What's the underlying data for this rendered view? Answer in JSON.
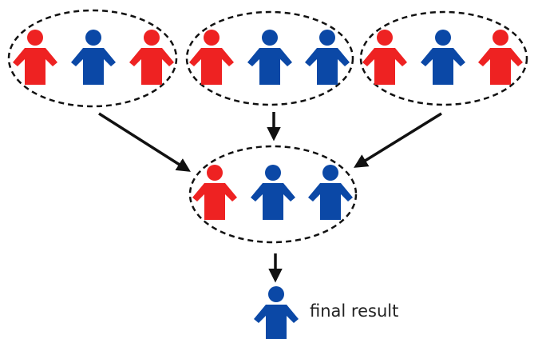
{
  "colors": {
    "red_person": "#ee2222",
    "blue_person": "#0b48a6",
    "outline": "#111111",
    "arrow": "#111111"
  },
  "groups": [
    {
      "name": "group-1",
      "people": [
        "red",
        "blue",
        "red"
      ]
    },
    {
      "name": "group-2",
      "people": [
        "red",
        "blue",
        "blue"
      ]
    },
    {
      "name": "group-3",
      "people": [
        "red",
        "blue",
        "red"
      ]
    }
  ],
  "aggregate": {
    "people": [
      "red",
      "blue",
      "blue"
    ]
  },
  "final": {
    "person": "blue",
    "label": "final result"
  }
}
